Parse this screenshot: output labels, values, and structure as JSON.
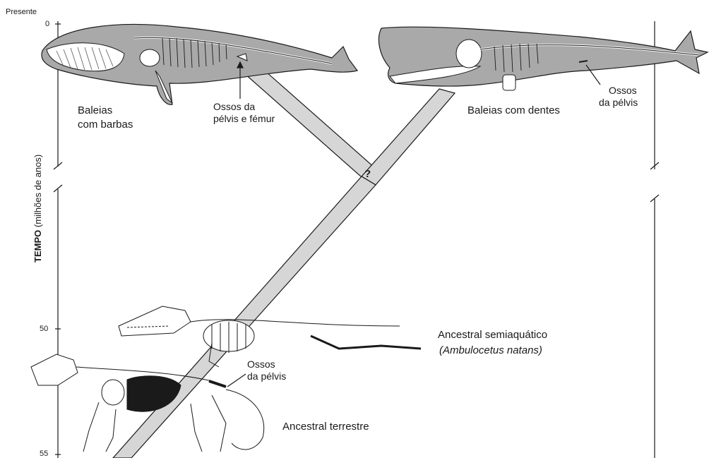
{
  "diagram": {
    "present_label": "Presente",
    "axis_title_bold": "TEMPO",
    "axis_title_rest": "(milhões de anos)",
    "ticks": [
      "0",
      "50",
      "55"
    ],
    "question_mark": "?",
    "labels": {
      "baleen_whales_line1": "Baleias",
      "baleen_whales_line2": "com barbas",
      "baleen_pelvis_line1": "Ossos da",
      "baleen_pelvis_line2": "pélvis e fémur",
      "toothed_whales": "Baleias com dentes",
      "toothed_pelvis_line1": "Ossos",
      "toothed_pelvis_line2": "da pélvis",
      "semiaquatic_line1": "Ancestral semiaquático",
      "semiaquatic_line2": "(Ambulocetus natans)",
      "terrestrial_pelvis_line1": "Ossos",
      "terrestrial_pelvis_line2": "da pélvis",
      "terrestrial": "Ancestral terrestre"
    },
    "colors": {
      "body_fill": "#a9a9a9",
      "branch_fill": "#d6d6d6",
      "outline": "#1a1a1a",
      "bone": "#ffffff"
    }
  }
}
